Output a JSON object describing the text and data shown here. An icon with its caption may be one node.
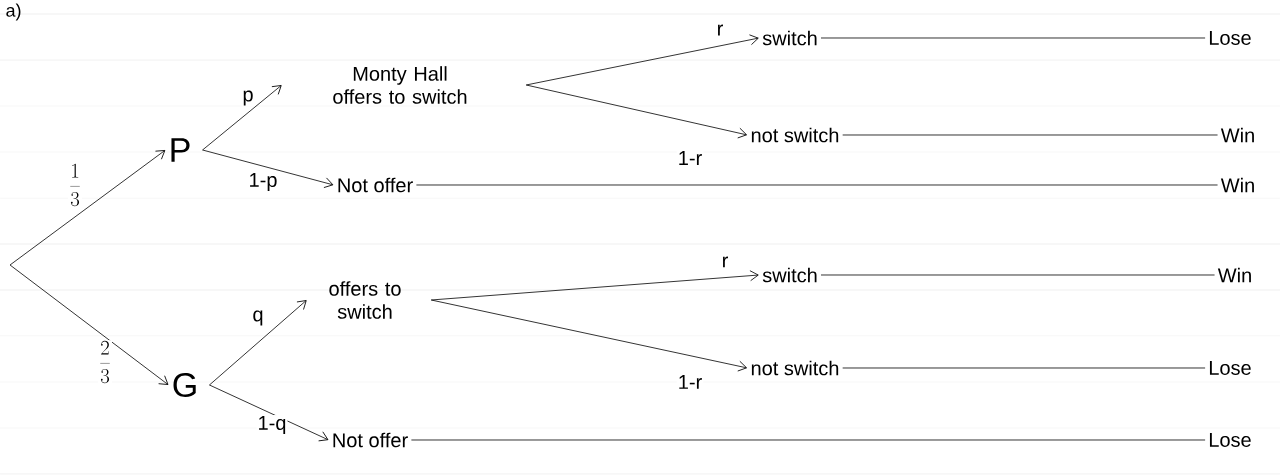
{
  "diagram": {
    "nodes": [
      {
        "text": [
          "P"
        ]
      },
      {
        "text": [
          "G"
        ]
      },
      {
        "text": [
          "Monty Hall offers to switch"
        ]
      },
      {
        "text": [
          "Not offer"
        ]
      },
      {
        "text": [
          "offers to switch"
        ]
      },
      {
        "text": [
          "Not offer"
        ]
      },
      {
        "text": [
          "switch"
        ]
      },
      {
        "text": [
          "not switch"
        ]
      },
      {
        "text": [
          "switch"
        ]
      },
      {
        "text": [
          "not switch"
        ]
      },
      {
        "text": [
          "Lose"
        ]
      },
      {
        "text": [
          "Win"
        ]
      },
      {
        "text": [
          "Win"
        ]
      },
      {
        "text": [
          "Win"
        ]
      },
      {
        "text": [
          "Lose"
        ]
      },
      {
        "text": [
          "Lose"
        ]
      }
    ],
    "edges": [
      {
        "from": null,
        "to": 0,
        "arrow": "to",
        "label": "\\frac{1}{3}"
      },
      {
        "from": null,
        "to": 1,
        "arrow": "to",
        "label": "\\frac{2}{3}"
      },
      {
        "from": 0,
        "to": 2,
        "arrow": "to",
        "label": "p"
      },
      {
        "from": 0,
        "to": 3,
        "arrow": "to",
        "label": "1-p"
      },
      {
        "from": 1,
        "to": 4,
        "arrow": "to",
        "label": "q"
      },
      {
        "from": 1,
        "to": 5,
        "arrow": "to",
        "label": "1-q"
      },
      {
        "from": 2,
        "to": 6,
        "arrow": "to",
        "label": "r"
      },
      {
        "from": 2,
        "to": 7,
        "arrow": "to",
        "label": "1-r"
      },
      {
        "from": 4,
        "to": 8,
        "arrow": "to",
        "label": "r"
      },
      {
        "from": 4,
        "to": 9,
        "arrow": "to",
        "label": "1-r"
      },
      {
        "from": 6,
        "to": 10,
        "arrow": "none"
      },
      {
        "from": 7,
        "to": 11,
        "arrow": "none"
      },
      {
        "from": 3,
        "to": 12,
        "arrow": "none"
      },
      {
        "from": 8,
        "to": 13,
        "arrow": "none"
      },
      {
        "from": 9,
        "to": 14,
        "arrow": "none"
      },
      {
        "from": 5,
        "to": 15,
        "arrow": "none"
      }
    ],
    "labels": [
      "a)"
    ]
  }
}
